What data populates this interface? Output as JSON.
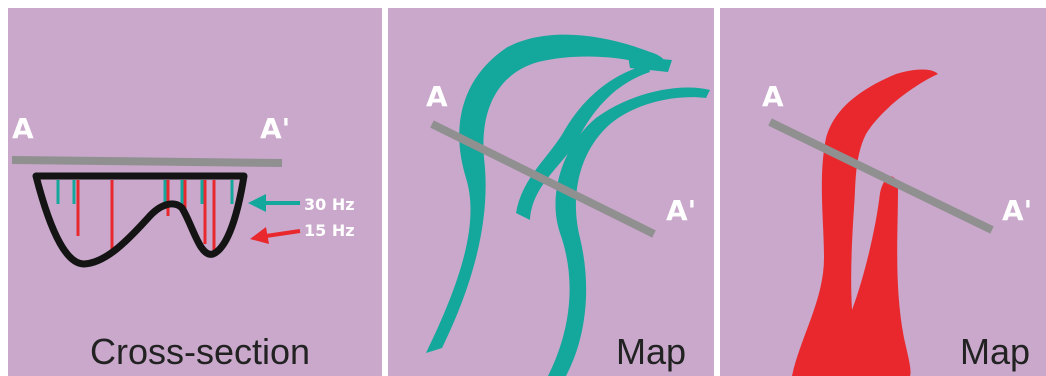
{
  "colors": {
    "background": "#c9a8cb",
    "line": "#909090",
    "teal": "#14a79b",
    "red": "#e8282c",
    "outline": "#141414",
    "text": "#ffffff",
    "caption": "#222222"
  },
  "panels": [
    {
      "endpoint_a": "A",
      "endpoint_a_prime": "A'",
      "arrow_high": "30 Hz",
      "arrow_low": "15 Hz",
      "caption": "Cross-section"
    },
    {
      "endpoint_a": "A",
      "endpoint_a_prime": "A'",
      "caption": "Map"
    },
    {
      "endpoint_a": "A",
      "endpoint_a_prime": "A'",
      "caption": "Map"
    }
  ]
}
